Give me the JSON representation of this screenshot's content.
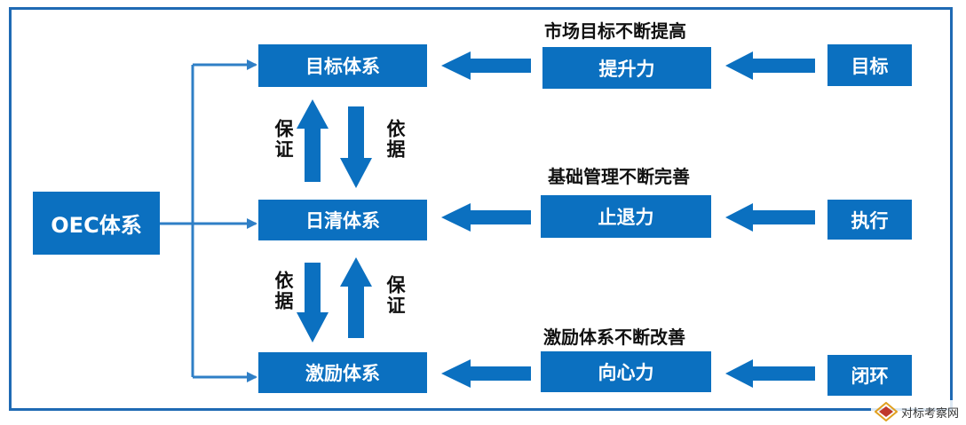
{
  "colors": {
    "box": "#0b70c0",
    "frame": "#1f6ab4",
    "line": "#2f7fc6",
    "text": "#111111"
  },
  "root": {
    "label": "OEC体系"
  },
  "systems": [
    {
      "label": "目标体系"
    },
    {
      "label": "日清体系"
    },
    {
      "label": "激励体系"
    }
  ],
  "forces": [
    {
      "label": "提升力",
      "caption": "市场目标不断提高"
    },
    {
      "label": "止退力",
      "caption": "基础管理不断完善"
    },
    {
      "label": "向心力",
      "caption": "激励体系不断改善"
    }
  ],
  "sources": [
    {
      "label": "目标"
    },
    {
      "label": "执行"
    },
    {
      "label": "闭环"
    }
  ],
  "vertical_labels": {
    "upper_up": "保证",
    "upper_down": "依据",
    "lower_down": "依据",
    "lower_up": "保证"
  },
  "watermark": {
    "text": "对标考察网"
  }
}
